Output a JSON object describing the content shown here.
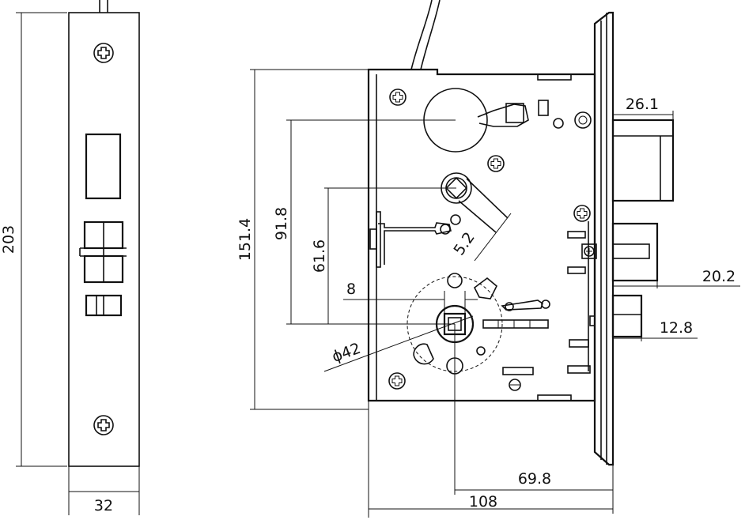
{
  "dimensions": {
    "faceplate_height": "203",
    "faceplate_width": "32",
    "body_height": "151.4",
    "hub_to_top": "91.8",
    "cylinder_to_hub": "61.6",
    "square_spindle": "8",
    "cylinder_diameter": "ϕ42",
    "lever_offset": "5.2",
    "latch_projection": "26.1",
    "deadbolt_projection": "20.2",
    "guard_bolt_projection": "12.8",
    "backset": "69.8",
    "body_depth": "108"
  },
  "icons": {
    "screw": "phillips-screw-icon",
    "spindle": "square-spindle-icon",
    "cylinder": "cylinder-icon"
  }
}
